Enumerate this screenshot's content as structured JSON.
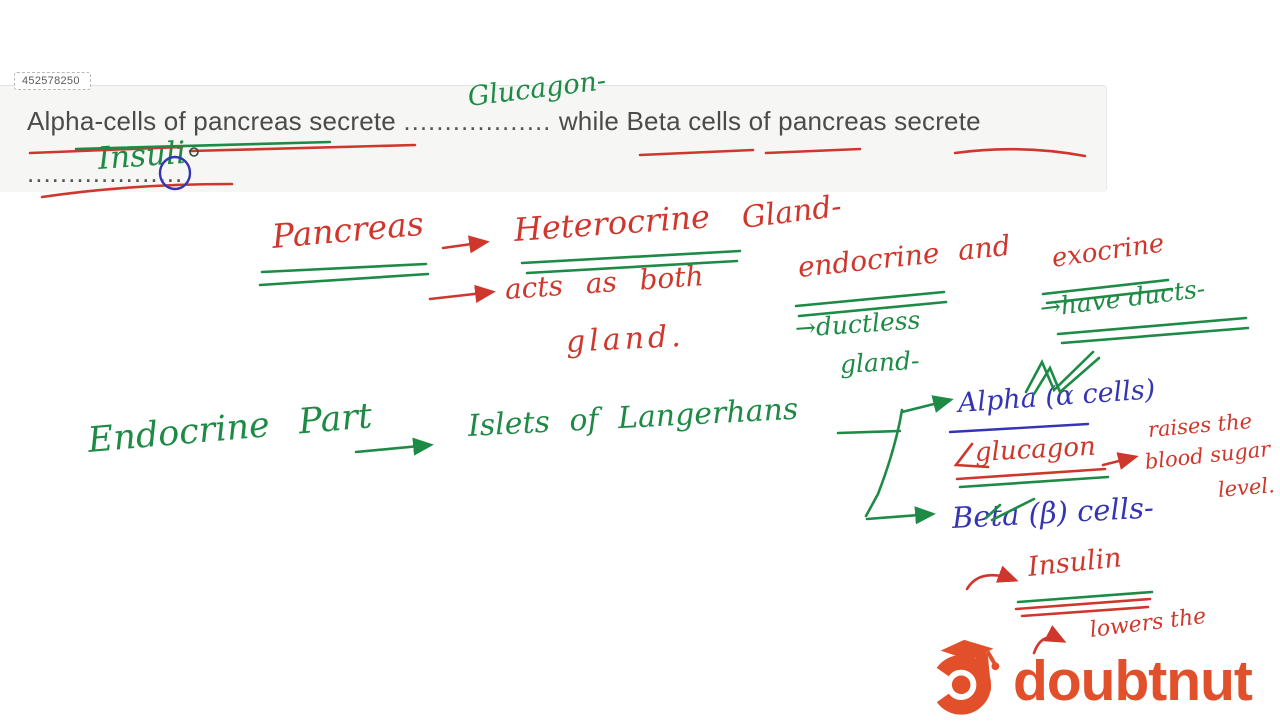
{
  "question": {
    "id_badge": "452578250",
    "line1_before": "Alpha-cells of pancreas secrete ",
    "blank1": "..................",
    "line1_after": " while Beta cells of pancreas secrete",
    "blank2": "...................",
    "answer_blank1": "Glucagon-",
    "answer_blank2": "Insuli"
  },
  "notes": {
    "pancreas": "Pancreas",
    "heterocrine": "Heterocrine",
    "gland_dash": "Gland-",
    "acts_as_both": "acts as both",
    "gland_period": "gland.",
    "endocrine_and": "endocrine and",
    "exocrine": "exocrine",
    "ductless": "→ductless",
    "ductless_gland": "gland-",
    "have_ducts": "→have ducts-",
    "endocrine_part": "Endocrine Part",
    "islets": "Islets of Langerhans",
    "alpha_cells": "Alpha (α cells)",
    "glucagon": "glucagon",
    "raises_line1": "raises the",
    "raises_line2": "blood sugar",
    "raises_line3": "level.",
    "beta_cells": "Beta (β) cells-",
    "insulin": "Insulin",
    "lowers": "lowers the"
  },
  "logo": {
    "brand": "doubtnut"
  },
  "colors": {
    "hand_red": "#cf372c",
    "hand_green": "#1d8a45",
    "hand_blue": "#3434b4",
    "brand_orange": "#e2502b",
    "question_text": "#4b4b4b",
    "panel_bg": "#f6f6f5"
  }
}
